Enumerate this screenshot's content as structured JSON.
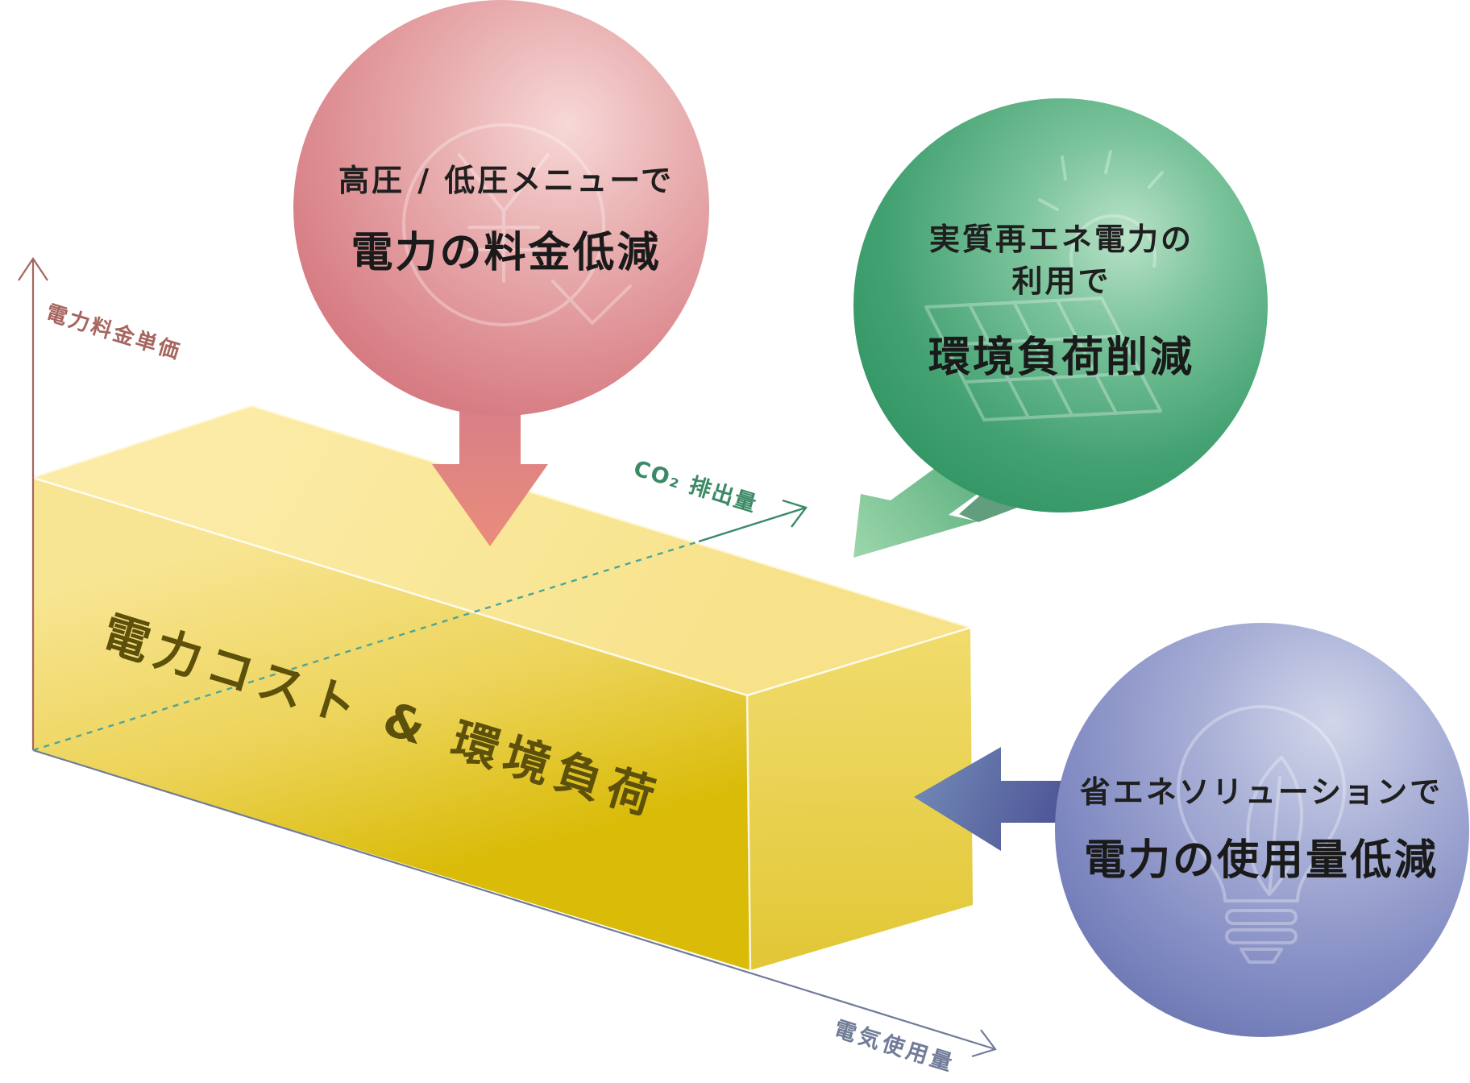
{
  "axes": {
    "price": {
      "label": "電力料金単価",
      "color": "#a7655f"
    },
    "co2": {
      "label": "CO₂ 排出量",
      "color": "#3b8a66"
    },
    "usage": {
      "label": "電気使用量",
      "color": "#707b98"
    }
  },
  "cost_box": {
    "label": "電力コスト & 環境負荷",
    "color": "#f0d654"
  },
  "bubbles": {
    "rate": {
      "line1": "高圧 / 低圧メニューで",
      "title": "電力の料金低減",
      "icon": "yen-icon",
      "color": "#d97b80"
    },
    "renewable": {
      "line1": "実質再エネ電力の",
      "line2": "利用で",
      "title": "環境負荷削減",
      "icon": "solar-panel-icon",
      "color": "#3b9a6a"
    },
    "saving": {
      "line1": "省エネソリューションで",
      "title": "電力の使用量低減",
      "icon": "lightbulb-icon",
      "color": "#6a77b5"
    }
  }
}
